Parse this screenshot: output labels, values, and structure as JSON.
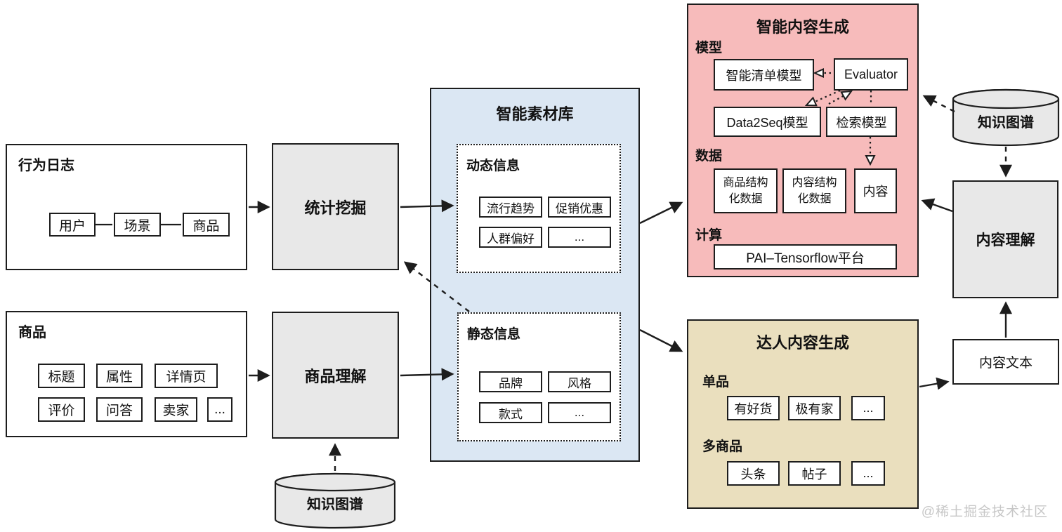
{
  "behavior_log": {
    "title": "行为日志",
    "nodes": [
      "用户",
      "场景",
      "商品"
    ]
  },
  "product": {
    "title": "商品",
    "row1": [
      "标题",
      "属性",
      "详情页"
    ],
    "row2": [
      "评价",
      "问答",
      "卖家",
      "..."
    ]
  },
  "stat_mining": {
    "label": "统计挖掘"
  },
  "product_understanding": {
    "label": "商品理解"
  },
  "kg_bottom": {
    "label": "知识图谱"
  },
  "material_library": {
    "title": "智能素材库",
    "dynamic": {
      "label": "动态信息",
      "items": [
        "流行趋势",
        "促销优惠",
        "人群偏好",
        "..."
      ]
    },
    "static_info": {
      "label": "静态信息",
      "items": [
        "品牌",
        "风格",
        "款式",
        "..."
      ]
    }
  },
  "content_gen": {
    "title": "智能内容生成",
    "model_label": "模型",
    "smart_list": "智能清单模型",
    "evaluator": "Evaluator",
    "data2seq": "Data2Seq模型",
    "retrieval": "检索模型",
    "data_label": "数据",
    "product_structured": "商品结构化数据",
    "content_structured": "内容结构化数据",
    "content": "内容",
    "compute_label": "计算",
    "platform": "PAI–Tensorflow平台"
  },
  "expert_gen": {
    "title": "达人内容生成",
    "single_label": "单品",
    "single_items": [
      "有好货",
      "极有家",
      "..."
    ],
    "multi_label": "多商品",
    "multi_items": [
      "头条",
      "帖子",
      "..."
    ]
  },
  "kg_right": {
    "label": "知识图谱"
  },
  "content_understanding": {
    "label": "内容理解"
  },
  "content_text": {
    "label": "内容文本"
  },
  "watermark": "@稀土掘金技术社区",
  "colors": {
    "pink": "#f7bbbb",
    "blue": "#dbe7f3",
    "tan": "#eadfbe",
    "gray": "#e8e8e8",
    "line": "#1d1d1d"
  }
}
